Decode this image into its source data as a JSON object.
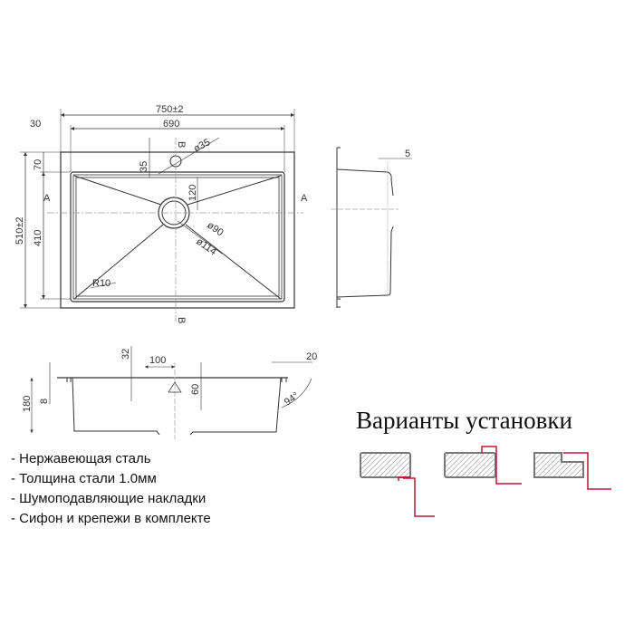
{
  "drawing": {
    "top_view": {
      "overall_width": "750±2",
      "inner_width": "690",
      "flange_side": "30",
      "overall_depth": "510±2",
      "bowl_depth": "410",
      "flange_back": "70",
      "tap_hole_offset": "35",
      "tap_hole_diameter": "ø35",
      "drain_offset": "120",
      "drain_inner_diameter": "ø90",
      "drain_outer_diameter": "ø114",
      "corner_radius": "R10",
      "section_a": "A",
      "section_b": "B"
    },
    "side_view": {
      "lip": "5"
    },
    "section_view": {
      "height": "180",
      "flange_thickness": "8",
      "overflow_height": "32",
      "overflow_offset": "100",
      "drain_height": "60",
      "rim": "20",
      "wall_angle": "94°"
    }
  },
  "features": [
    "- Нержавеющая сталь",
    "- Толщина стали 1.0мм",
    "- Шумоподавляющие накладки",
    "- Сифон и крепежи в комплекте"
  ],
  "installation": {
    "title": "Варианты установки",
    "accent_color": "#c8102e",
    "options": [
      "overmount",
      "flush-mount",
      "undermount"
    ]
  }
}
